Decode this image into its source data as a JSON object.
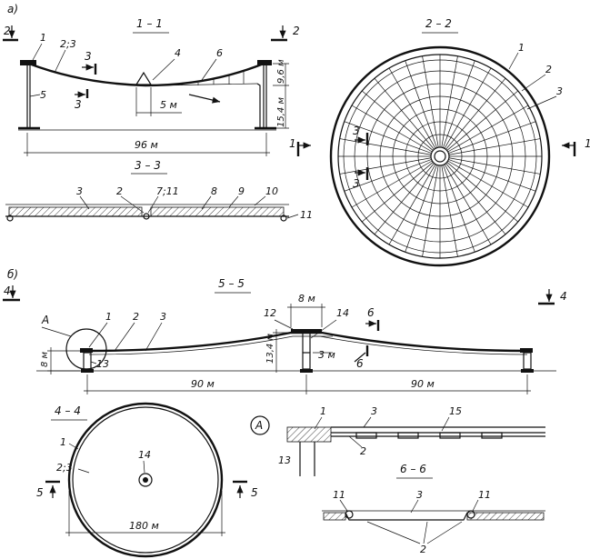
{
  "part_a": {
    "label": "а)",
    "section_1_1": {
      "title": "1 – 1",
      "cut_left": "2",
      "cut_right": "2",
      "cut_3": "3",
      "callouts": [
        "1",
        "2;3",
        "4",
        "5",
        "6"
      ],
      "dim_span": "96 м",
      "dim_hub": "5 м",
      "dim_height_total": "15,4 м",
      "dim_height_upper": "9,6 м"
    },
    "section_3_3": {
      "title": "3 – 3",
      "callouts": [
        "3",
        "2",
        "7;11",
        "8",
        "9",
        "10",
        "11"
      ]
    },
    "plan_2_2": {
      "title": "2 – 2",
      "callouts": [
        "1",
        "2",
        "3"
      ],
      "cut_labels": [
        "1",
        "1",
        "3",
        "3"
      ]
    }
  },
  "part_b": {
    "label": "б)",
    "section_5_5": {
      "title": "5 – 5",
      "cut_left": "4",
      "cut_right": "4",
      "detail_ref": "А",
      "cut_6": "6",
      "callouts": [
        "1",
        "2",
        "3",
        "12",
        "14",
        "13"
      ],
      "dim_top": "8 м",
      "dim_edge": "8 м",
      "dim_center": "13,4 м",
      "dim_drop": "3 м",
      "dim_span_left": "90 м",
      "dim_span_right": "90 м"
    },
    "plan_4_4": {
      "title": "4 – 4",
      "callouts": [
        "1",
        "2;3",
        "14"
      ],
      "cut_labels": [
        "5",
        "5"
      ],
      "dim_diameter": "180 м"
    },
    "detail_A": {
      "ref": "А",
      "callouts": [
        "1",
        "3",
        "15",
        "2",
        "13"
      ]
    },
    "section_6_6": {
      "title": "6 – 6",
      "callouts": [
        "11",
        "3",
        "11",
        "2"
      ]
    }
  }
}
